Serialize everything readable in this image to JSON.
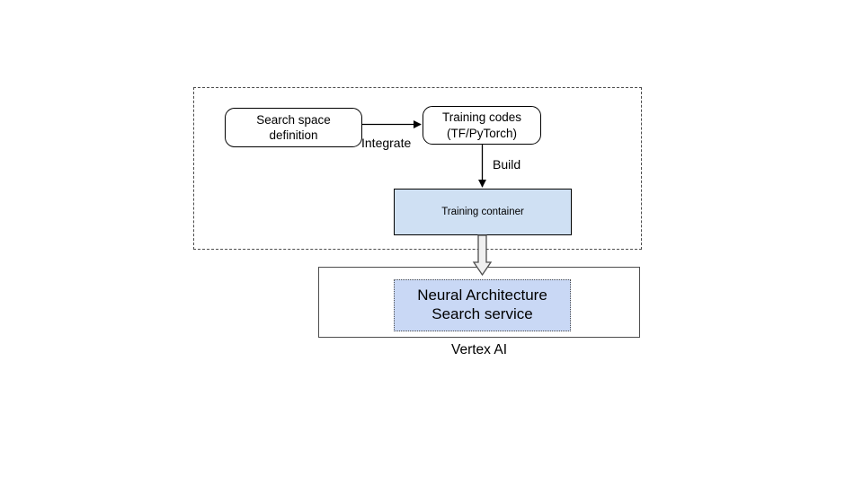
{
  "diagram": {
    "title_label": "Vertex AI",
    "groups": [
      {
        "name": "build-pipeline-group",
        "style": "dashed",
        "label": ""
      },
      {
        "name": "vertex-ai-group",
        "style": "solid",
        "label": "Vertex AI"
      }
    ],
    "nodes": {
      "search_space": {
        "line1": "Search space",
        "line2": "definition",
        "shape": "rounded-rectangle",
        "fill": "#ffffff",
        "stroke": "#000000"
      },
      "training_codes": {
        "line1": "Training codes",
        "line2": "(TF/PyTorch)",
        "shape": "rounded-rectangle",
        "fill": "#ffffff",
        "stroke": "#000000"
      },
      "training_container": {
        "label": "Training container",
        "shape": "rectangle",
        "fill": "#cfe0f3",
        "stroke": "#000000"
      },
      "nas_service": {
        "line1": "Neural Architecture",
        "line2": "Search service",
        "shape": "rectangle",
        "fill": "#c9d8f5",
        "stroke": "#4d4d4d",
        "stroke_style": "dotted"
      }
    },
    "edges": [
      {
        "name": "integrate-edge",
        "label": "Integrate",
        "from": "search_space",
        "to": "training_codes",
        "arrow": "solid-line"
      },
      {
        "name": "build-edge",
        "label": "Build",
        "from": "training_codes",
        "to": "training_container",
        "arrow": "solid-line"
      },
      {
        "name": "deploy-edge",
        "label": "",
        "from": "training_container",
        "to": "nas_service",
        "arrow": "hollow-block"
      }
    ],
    "colors": {
      "background": "#ffffff",
      "dashed_border": "#4d4d4d",
      "solid_border": "#000000",
      "container_fill": "#cfe0f3",
      "service_fill": "#c9d8f5",
      "text": "#000000"
    }
  }
}
